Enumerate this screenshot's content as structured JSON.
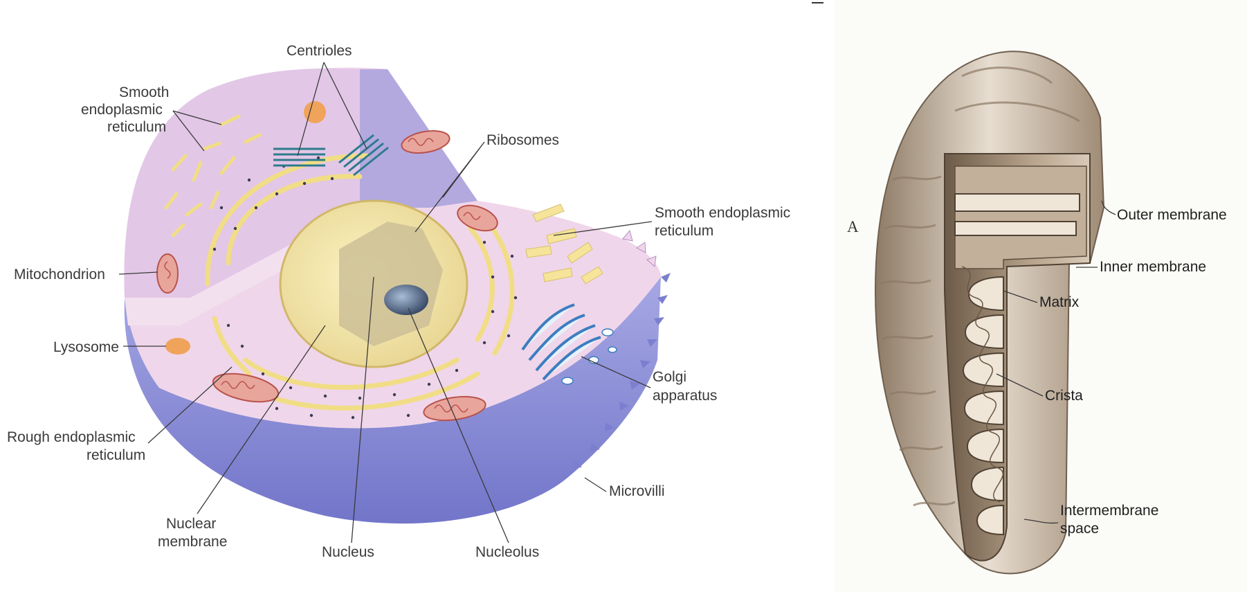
{
  "cell": {
    "labels": {
      "centrioles": "Centrioles",
      "smooth_er_left": [
        "Smooth",
        "endoplasmic",
        "reticulum"
      ],
      "ribosomes": "Ribosomes",
      "smooth_er_right": [
        "Smooth endoplasmic",
        "reticulum"
      ],
      "mitochondrion": "Mitochondrion",
      "lysosome": "Lysosome",
      "golgi": [
        "Golgi",
        "apparatus"
      ],
      "rough_er": [
        "Rough endoplasmic",
        "reticulum"
      ],
      "microvilli": "Microvilli",
      "nuclear_membrane": [
        "Nuclear",
        "membrane"
      ],
      "nucleus": "Nucleus",
      "nucleolus": "Nucleolus"
    }
  },
  "mitochondrion": {
    "panel_letter": "A",
    "labels": {
      "outer_membrane": "Outer membrane",
      "inner_membrane": "Inner membrane",
      "matrix": "Matrix",
      "crista": "Crista",
      "intermembrane_space": [
        "Intermembrane",
        "space"
      ]
    }
  },
  "colors": {
    "membrane_blue": "#8c8fd6",
    "cytoplasm_pink": "#f0d6ea",
    "er_yellow": "#f5e49a",
    "mito_red": "#d9857c",
    "mito_tan": "#c9b9a4"
  }
}
